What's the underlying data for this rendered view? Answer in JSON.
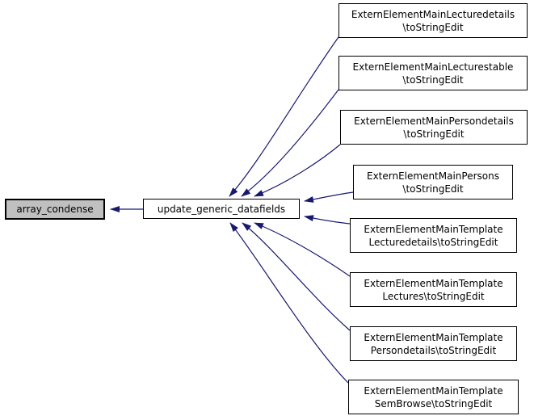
{
  "graph": {
    "type": "caller-graph",
    "colors": {
      "edge": "#191970",
      "root_fill": "#c0c0c0",
      "node_fill": "#ffffff",
      "border": "#000000",
      "background": "#ffffff"
    },
    "root": {
      "label": "array_condense"
    },
    "hub": {
      "label": "update_generic_datafields"
    },
    "callers": [
      {
        "line1": "ExternElementMainLecturedetails",
        "line2": "\\toStringEdit"
      },
      {
        "line1": "ExternElementMainLecturestable",
        "line2": "\\toStringEdit"
      },
      {
        "line1": "ExternElementMainPersondetails",
        "line2": "\\toStringEdit"
      },
      {
        "line1": "ExternElementMainPersons",
        "line2": "\\toStringEdit"
      },
      {
        "line1": "ExternElementMainTemplate",
        "line2": "Lecturedetails\\toStringEdit"
      },
      {
        "line1": "ExternElementMainTemplate",
        "line2": "Lectures\\toStringEdit"
      },
      {
        "line1": "ExternElementMainTemplate",
        "line2": "Persondetails\\toStringEdit"
      },
      {
        "line1": "ExternElementMainTemplate",
        "line2": "SemBrowse\\toStringEdit"
      }
    ]
  }
}
